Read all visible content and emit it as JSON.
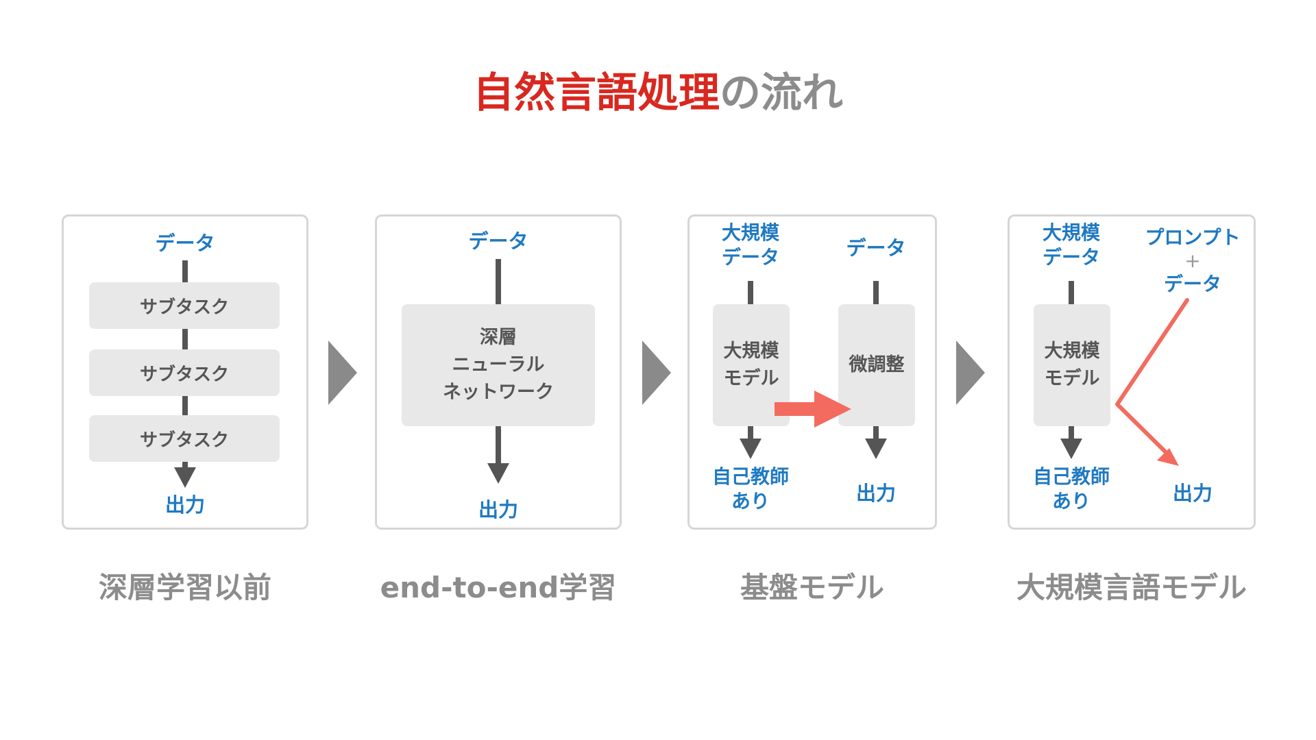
{
  "title": {
    "highlight": "自然言語処理",
    "rest": "の流れ"
  },
  "stages": [
    {
      "caption": "深層学習以前",
      "input": "データ",
      "subtasks": [
        "サブタスク",
        "サブタスク",
        "サブタスク"
      ],
      "output": "出力"
    },
    {
      "caption": "end-to-end学習",
      "input": "データ",
      "model_lines": [
        "深層",
        "ニューラル",
        "ネットワーク"
      ],
      "output": "出力"
    },
    {
      "caption": "基盤モデル",
      "left_input_lines": [
        "大規模",
        "データ"
      ],
      "left_model_lines": [
        "大規模",
        "モデル"
      ],
      "left_output_lines": [
        "自己教師",
        "あり"
      ],
      "right_input": "データ",
      "right_model": "微調整",
      "right_output": "出力"
    },
    {
      "caption": "大規模言語モデル",
      "left_input_lines": [
        "大規模",
        "データ"
      ],
      "left_model_lines": [
        "大規模",
        "モデル"
      ],
      "left_output_lines": [
        "自己教師",
        "あり"
      ],
      "right_input_lines": [
        "プロンプト",
        "+",
        "データ"
      ],
      "right_output": "出力"
    }
  ],
  "colors": {
    "title_highlight": "#d8281f",
    "title_rest": "#8c8c8c",
    "label_blue": "#1f79c1",
    "box_gray": "#e8e8e8",
    "line_dark": "#555555",
    "accent_arrow": "#f36b5f"
  }
}
